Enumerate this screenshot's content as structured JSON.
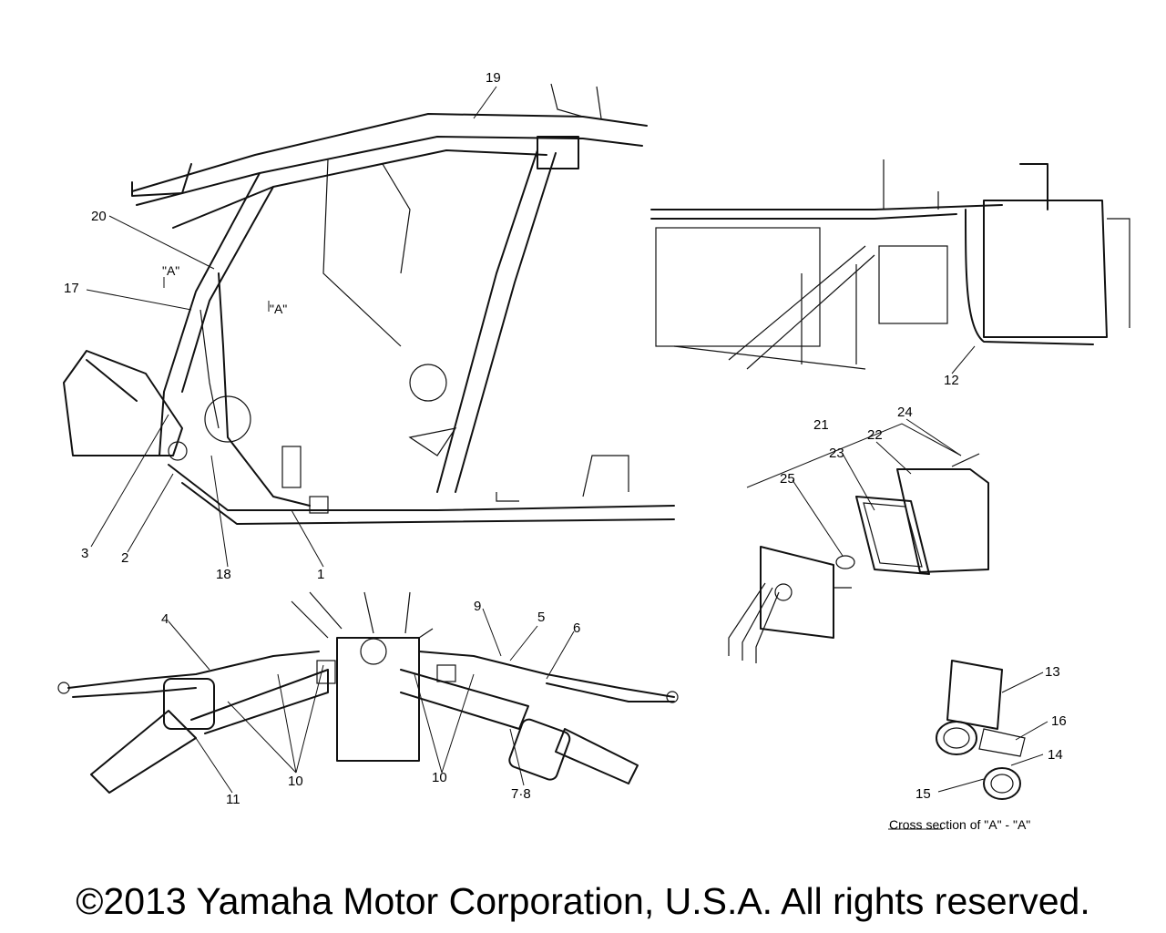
{
  "callouts": {
    "c1": "1",
    "c2": "2",
    "c3": "3",
    "c4": "4",
    "c5": "5",
    "c6": "6",
    "c7_8": "7·8",
    "c9": "9",
    "c10a": "10",
    "c10b": "10",
    "c11": "11",
    "c12": "12",
    "c13": "13",
    "c14": "14",
    "c15": "15",
    "c16": "16",
    "c17": "17",
    "c18": "18",
    "c19": "19",
    "c20": "20",
    "c21": "21",
    "c22": "22",
    "c23": "23",
    "c24": "24",
    "c25": "25"
  },
  "section_marks": {
    "a_left": "\"A\"",
    "a_right": "\"A\""
  },
  "caption": "Cross section of \"A\" - \"A\"",
  "copyright": "©2013 Yamaha Motor Corporation, U.S.A. All rights reserved."
}
